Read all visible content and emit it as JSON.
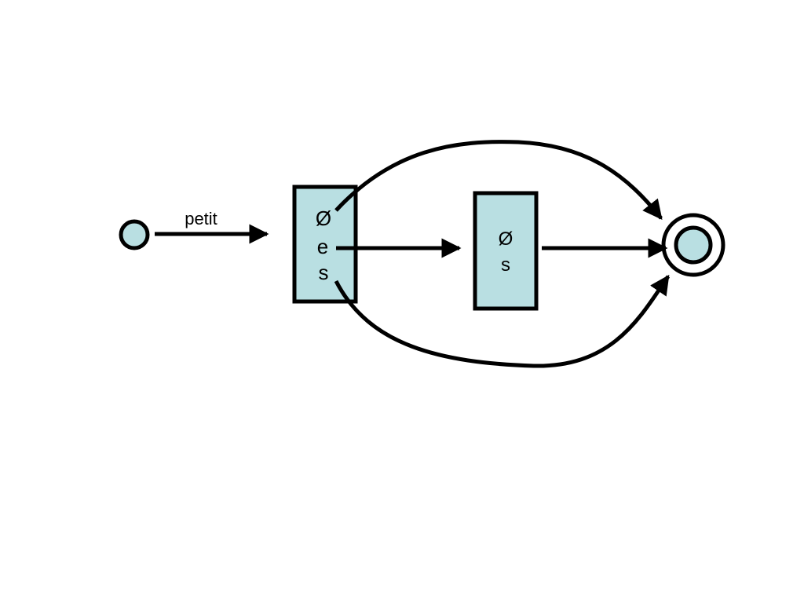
{
  "diagram": {
    "edge_label": "petit",
    "state_1": {
      "lines": [
        "Ø",
        "e",
        "s"
      ]
    },
    "state_2": {
      "lines": [
        "Ø",
        "s"
      ]
    },
    "colors": {
      "fill": "#b9dfe2",
      "stroke": "#000000"
    }
  }
}
